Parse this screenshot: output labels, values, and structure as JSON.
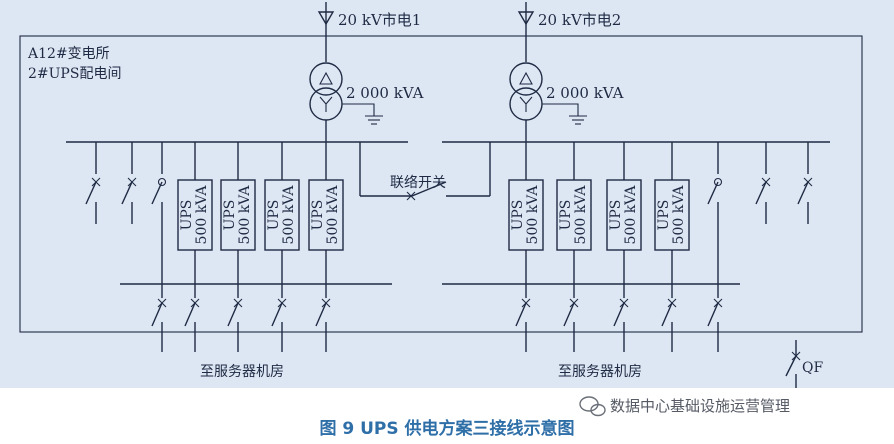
{
  "diagram": {
    "feed_left": "20 kV市电1",
    "feed_right": "20 kV市电2",
    "substation_name": "A12#变电所",
    "room_name": "2#UPS配电间",
    "transformer_left_rating": "2 000 kVA",
    "transformer_right_rating": "2 000 kVA",
    "tie_switch_label": "联络开关",
    "ups_unit_line1": "UPS",
    "ups_unit_line2": "500 kVA",
    "ups_count_left": 4,
    "ups_count_right": 4,
    "outgoing_left": "至服务器机房",
    "outgoing_right": "至服务器机房",
    "breaker_legend": "QF"
  },
  "caption": "图 9   UPS 供电方案三接线示意图",
  "watermark": "数据中心基础设施运营管理",
  "colors": {
    "panel_background": "#dde7f3",
    "line": "#1f2a44",
    "caption": "#2f6fa8"
  }
}
